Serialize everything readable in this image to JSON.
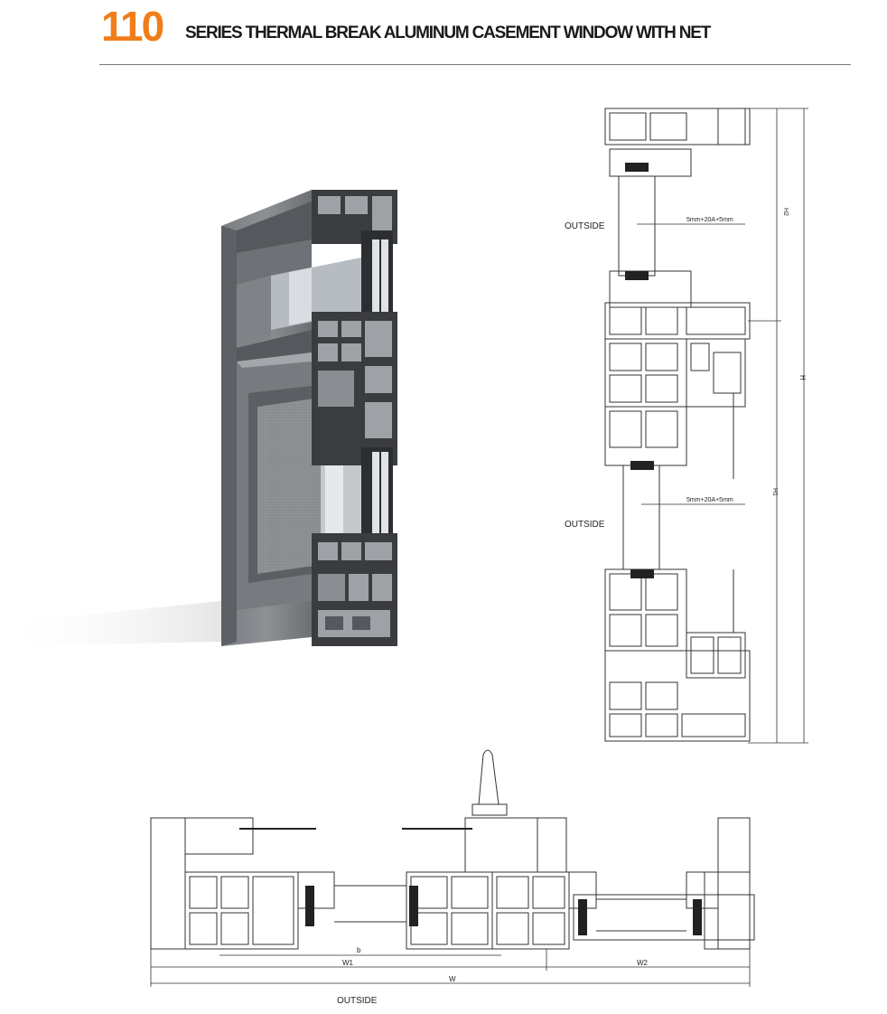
{
  "header": {
    "series_number": "110",
    "title": "SERIES THERMAL BREAK ALUMINUM CASEMENT WINDOW WITH NET"
  },
  "vertical_section": {
    "outside_label_top": "OUTSIDE",
    "outside_label_bottom": "OUTSIDE",
    "glass_spec_top": "5mm+20A+5mm",
    "glass_spec_bottom": "5mm+20A+5mm",
    "dim_h2": "H2",
    "dim_h": "H",
    "dim_h1": "H1"
  },
  "horizontal_section": {
    "dim_b": "b",
    "dim_w1": "W1",
    "dim_w2": "W2",
    "dim_w": "W",
    "outside_label": "OUTSIDE"
  },
  "colors": {
    "accent": "#f07d1a",
    "aluminum": "#6b6e72",
    "line": "#333333"
  }
}
